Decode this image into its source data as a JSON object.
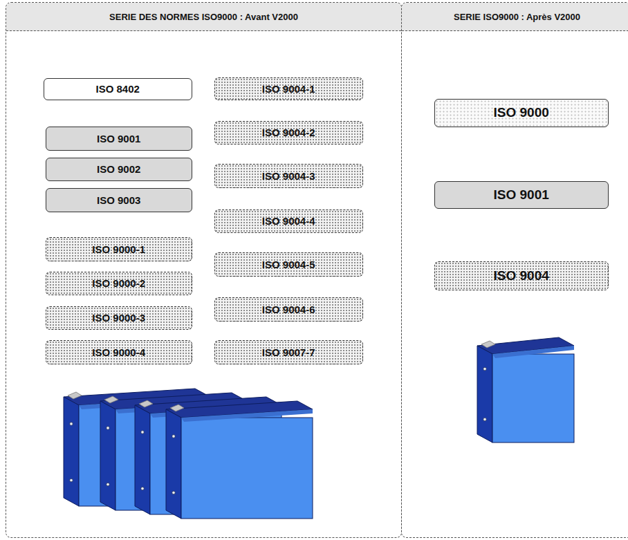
{
  "diagram": {
    "nodes": [
      {
        "text": [
          "SERIE DES NORMES ISO9000 : Avant V2000"
        ]
      },
      {
        "text": [
          "ISO 8402"
        ],
        "in": 0
      },
      {
        "text": [
          "ISO 9001"
        ],
        "in": 0
      },
      {
        "text": [
          "ISO 9002"
        ],
        "in": 0
      },
      {
        "text": [
          "ISO 9003"
        ],
        "in": 0
      },
      {
        "text": [
          "ISO 9000-1"
        ],
        "in": 0
      },
      {
        "text": [
          "ISO 9000-2"
        ],
        "in": 0
      },
      {
        "text": [
          "ISO 9000-3"
        ],
        "in": 0
      },
      {
        "text": [
          "ISO 9000-4"
        ],
        "in": 0
      },
      {
        "text": [
          "ISO 9004-1"
        ],
        "in": 0
      },
      {
        "text": [
          "ISO 9004-2"
        ],
        "in": 0
      },
      {
        "text": [
          "ISO 9004-3"
        ],
        "in": 0
      },
      {
        "text": [
          "ISO 9004-4"
        ],
        "in": 0
      },
      {
        "text": [
          "ISO 9004-5"
        ],
        "in": 0
      },
      {
        "text": [
          "ISO 9004-6"
        ],
        "in": 0
      },
      {
        "text": [
          "ISO 9007-7"
        ],
        "in": 0
      },
      {
        "text": [
          "SERIE  ISO9000 : Après V2000"
        ]
      },
      {
        "text": [
          "ISO 9000"
        ],
        "in": 16
      },
      {
        "text": [
          "ISO 9001"
        ],
        "in": 16
      },
      {
        "text": [
          "ISO 9004"
        ],
        "in": 16
      }
    ]
  }
}
